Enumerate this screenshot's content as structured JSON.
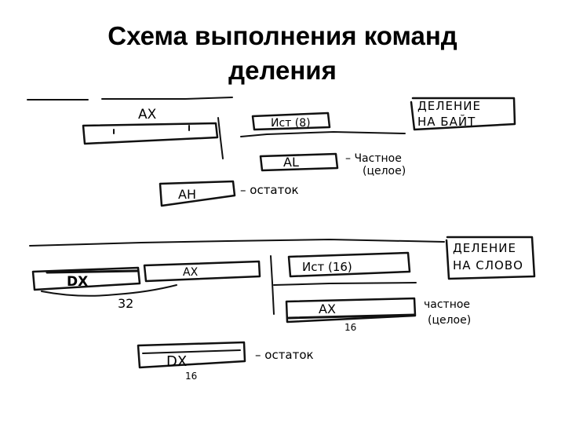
{
  "title": {
    "line1": "Схема выполнения команд",
    "line2": "деления"
  },
  "byte_division": {
    "heading_line1": "ДЕЛЕНИЕ",
    "heading_line2": "НА БАЙТ",
    "dividend_register": "АХ",
    "divisor": "Ист (8)",
    "quotient_register": "AL",
    "quotient_label_line1": "– Частное",
    "quotient_label_line2": "(целое)",
    "remainder_register": "АН",
    "remainder_label": "– остаток"
  },
  "word_division": {
    "heading_line1": "ДЕЛЕНИЕ",
    "heading_line2": "НА СЛОВО",
    "dividend_high": "DX",
    "dividend_low": "AX",
    "dividend_width": "32",
    "divisor": "Ист (16)",
    "quotient_register": "AX",
    "quotient_width": "16",
    "quotient_label_line1": "частное",
    "quotient_label_line2": "(целое)",
    "remainder_register": "DX",
    "remainder_width": "16",
    "remainder_label": "– остаток"
  }
}
